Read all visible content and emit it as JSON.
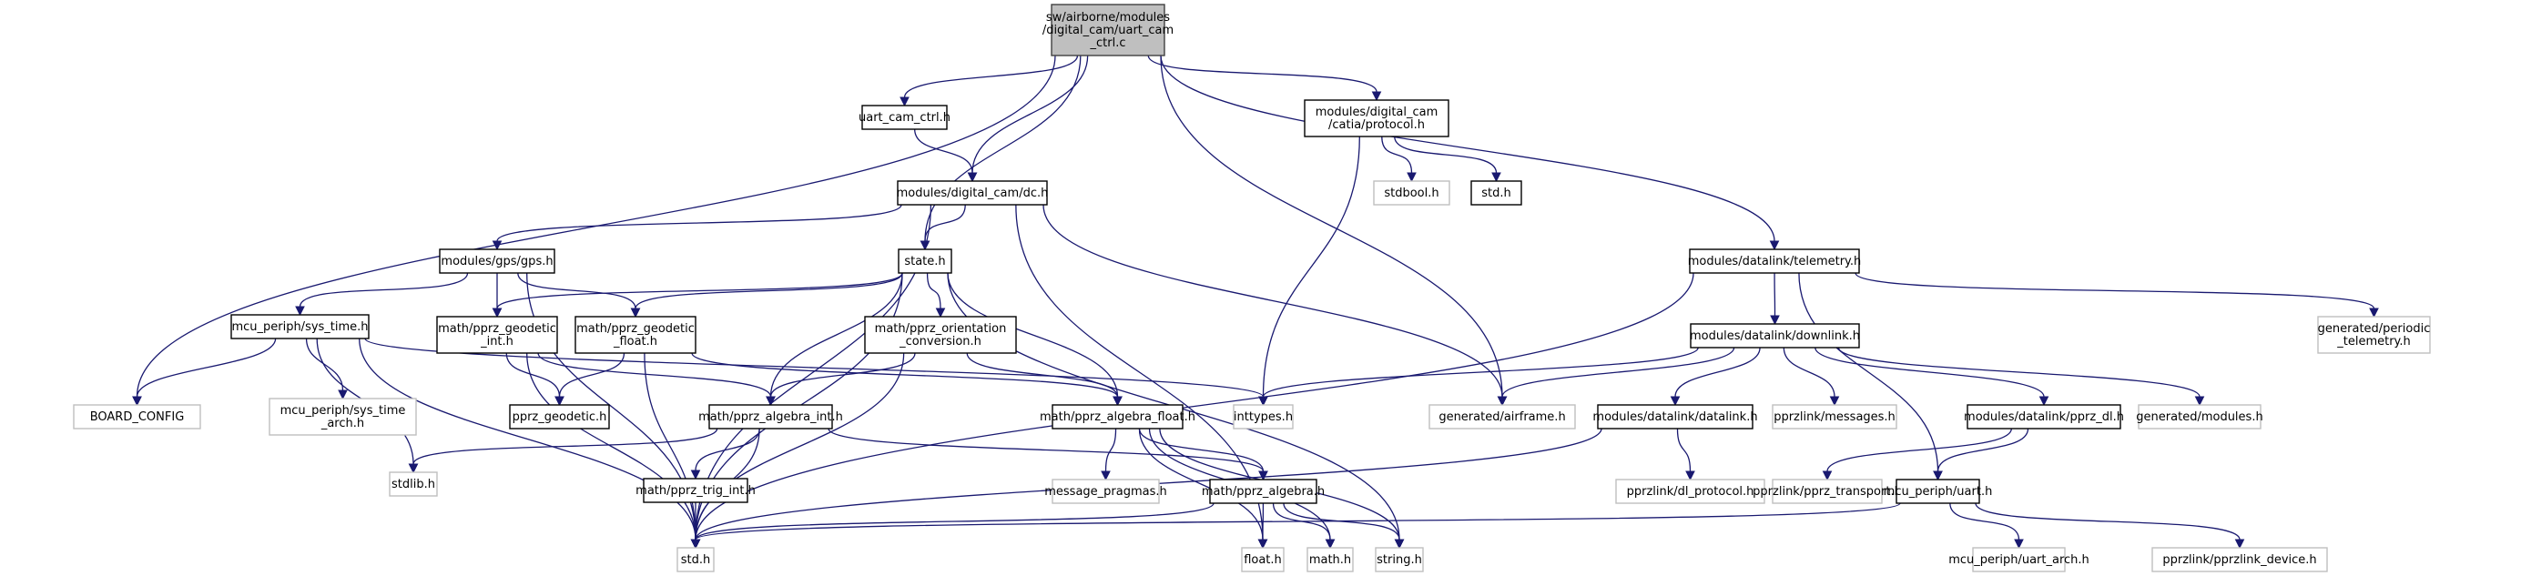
{
  "diagram": {
    "title": "Include dependency graph for uart_cam_ctrl.c",
    "colors": {
      "edge": "#191970",
      "main_fill": "#bfbfbf",
      "documented_border": "#000000",
      "external_border": "#bfbfbf"
    },
    "nodes": [
      {
        "id": "main",
        "kind": "main",
        "lines": [
          "sw/airborne/modules",
          "/digital_cam/uart_cam",
          "_ctrl.c"
        ]
      },
      {
        "id": "uart_cam_ctrl_h",
        "kind": "doc",
        "lines": [
          "uart_cam_ctrl.h"
        ]
      },
      {
        "id": "protocol_h",
        "kind": "doc",
        "lines": [
          "modules/digital_cam",
          "/catia/protocol.h"
        ]
      },
      {
        "id": "stdbool_h",
        "kind": "ext",
        "lines": [
          "stdbool.h"
        ]
      },
      {
        "id": "std_h_top",
        "kind": "doc",
        "lines": [
          "std.h"
        ]
      },
      {
        "id": "dc_h",
        "kind": "doc",
        "lines": [
          "modules/digital_cam/dc.h"
        ]
      },
      {
        "id": "state_h",
        "kind": "doc",
        "lines": [
          "state.h"
        ]
      },
      {
        "id": "gps_h",
        "kind": "doc",
        "lines": [
          "modules/gps/gps.h"
        ]
      },
      {
        "id": "telemetry_h",
        "kind": "doc",
        "lines": [
          "modules/datalink/telemetry.h"
        ]
      },
      {
        "id": "periodic_telemetry_h",
        "kind": "ext",
        "lines": [
          "generated/periodic",
          "_telemetry.h"
        ]
      },
      {
        "id": "sys_time_h",
        "kind": "doc",
        "lines": [
          "mcu_periph/sys_time.h"
        ]
      },
      {
        "id": "geodetic_int_h",
        "kind": "doc",
        "lines": [
          "math/pprz_geodetic",
          "_int.h"
        ]
      },
      {
        "id": "geodetic_float_h",
        "kind": "doc",
        "lines": [
          "math/pprz_geodetic",
          "_float.h"
        ]
      },
      {
        "id": "orientation_h",
        "kind": "doc",
        "lines": [
          "math/pprz_orientation",
          "_conversion.h"
        ]
      },
      {
        "id": "downlink_h",
        "kind": "doc",
        "lines": [
          "modules/datalink/downlink.h"
        ]
      },
      {
        "id": "board_config",
        "kind": "ext",
        "lines": [
          "BOARD_CONFIG"
        ]
      },
      {
        "id": "sys_time_arch_h",
        "kind": "ext",
        "lines": [
          "mcu_periph/sys_time",
          "_arch.h"
        ]
      },
      {
        "id": "pprz_geodetic_h",
        "kind": "doc",
        "lines": [
          "pprz_geodetic.h"
        ]
      },
      {
        "id": "algebra_int_h",
        "kind": "doc",
        "lines": [
          "math/pprz_algebra_int.h"
        ]
      },
      {
        "id": "algebra_float_h",
        "kind": "doc",
        "lines": [
          "math/pprz_algebra_float.h"
        ]
      },
      {
        "id": "inttypes_h",
        "kind": "ext",
        "lines": [
          "inttypes.h"
        ]
      },
      {
        "id": "airframe_h",
        "kind": "ext",
        "lines": [
          "generated/airframe.h"
        ]
      },
      {
        "id": "datalink_h",
        "kind": "doc",
        "lines": [
          "modules/datalink/datalink.h"
        ]
      },
      {
        "id": "messages_h",
        "kind": "ext",
        "lines": [
          "pprzlink/messages.h"
        ]
      },
      {
        "id": "pprz_dl_h",
        "kind": "doc",
        "lines": [
          "modules/datalink/pprz_dl.h"
        ]
      },
      {
        "id": "modules_h",
        "kind": "ext",
        "lines": [
          "generated/modules.h"
        ]
      },
      {
        "id": "stdlib_h",
        "kind": "ext",
        "lines": [
          "stdlib.h"
        ]
      },
      {
        "id": "trig_int_h",
        "kind": "doc",
        "lines": [
          "math/pprz_trig_int.h"
        ]
      },
      {
        "id": "message_pragmas_h",
        "kind": "ext",
        "lines": [
          "message_pragmas.h"
        ]
      },
      {
        "id": "algebra_h",
        "kind": "doc",
        "lines": [
          "math/pprz_algebra.h"
        ]
      },
      {
        "id": "dl_protocol_h",
        "kind": "ext",
        "lines": [
          "pprzlink/dl_protocol.h"
        ]
      },
      {
        "id": "pprz_transport_h",
        "kind": "ext",
        "lines": [
          "pprzlink/pprz_transport.h"
        ]
      },
      {
        "id": "uart_h",
        "kind": "doc",
        "lines": [
          "mcu_periph/uart.h"
        ]
      },
      {
        "id": "std_h",
        "kind": "ext",
        "lines": [
          "std.h"
        ]
      },
      {
        "id": "float_h",
        "kind": "ext",
        "lines": [
          "float.h"
        ]
      },
      {
        "id": "math_h",
        "kind": "ext",
        "lines": [
          "math.h"
        ]
      },
      {
        "id": "string_h",
        "kind": "ext",
        "lines": [
          "string.h"
        ]
      },
      {
        "id": "uart_arch_h",
        "kind": "ext",
        "lines": [
          "mcu_periph/uart_arch.h"
        ]
      },
      {
        "id": "pprzlink_device_h",
        "kind": "ext",
        "lines": [
          "pprzlink/pprzlink_device.h"
        ]
      }
    ],
    "edges": [
      [
        "main",
        "uart_cam_ctrl_h"
      ],
      [
        "main",
        "dc_h"
      ],
      [
        "main",
        "state_h"
      ],
      [
        "main",
        "protocol_h"
      ],
      [
        "main",
        "board_config"
      ],
      [
        "main",
        "airframe_h"
      ],
      [
        "main",
        "telemetry_h"
      ],
      [
        "uart_cam_ctrl_h",
        "dc_h"
      ],
      [
        "protocol_h",
        "stdbool_h"
      ],
      [
        "protocol_h",
        "std_h_top"
      ],
      [
        "protocol_h",
        "inttypes_h"
      ],
      [
        "dc_h",
        "state_h"
      ],
      [
        "dc_h",
        "gps_h"
      ],
      [
        "dc_h",
        "std_h"
      ],
      [
        "dc_h",
        "float_h"
      ],
      [
        "dc_h",
        "airframe_h"
      ],
      [
        "state_h",
        "geodetic_int_h"
      ],
      [
        "state_h",
        "geodetic_float_h"
      ],
      [
        "state_h",
        "orientation_h"
      ],
      [
        "state_h",
        "algebra_int_h"
      ],
      [
        "state_h",
        "algebra_float_h"
      ],
      [
        "state_h",
        "std_h"
      ],
      [
        "state_h",
        "string_h"
      ],
      [
        "gps_h",
        "sys_time_h"
      ],
      [
        "gps_h",
        "geodetic_int_h"
      ],
      [
        "gps_h",
        "geodetic_float_h"
      ],
      [
        "gps_h",
        "std_h"
      ],
      [
        "sys_time_h",
        "board_config"
      ],
      [
        "sys_time_h",
        "sys_time_arch_h"
      ],
      [
        "sys_time_h",
        "stdlib_h"
      ],
      [
        "sys_time_h",
        "std_h"
      ],
      [
        "sys_time_h",
        "inttypes_h"
      ],
      [
        "geodetic_int_h",
        "pprz_geodetic_h"
      ],
      [
        "geodetic_int_h",
        "algebra_int_h"
      ],
      [
        "geodetic_int_h",
        "std_h"
      ],
      [
        "geodetic_float_h",
        "pprz_geodetic_h"
      ],
      [
        "geodetic_float_h",
        "algebra_float_h"
      ],
      [
        "geodetic_float_h",
        "std_h"
      ],
      [
        "orientation_h",
        "algebra_int_h"
      ],
      [
        "orientation_h",
        "algebra_float_h"
      ],
      [
        "orientation_h",
        "std_h"
      ],
      [
        "algebra_int_h",
        "stdlib_h"
      ],
      [
        "algebra_int_h",
        "trig_int_h"
      ],
      [
        "algebra_int_h",
        "std_h"
      ],
      [
        "algebra_int_h",
        "algebra_h"
      ],
      [
        "trig_int_h",
        "std_h"
      ],
      [
        "algebra_float_h",
        "message_pragmas_h"
      ],
      [
        "algebra_float_h",
        "algebra_h"
      ],
      [
        "algebra_float_h",
        "float_h"
      ],
      [
        "algebra_float_h",
        "math_h"
      ],
      [
        "algebra_float_h",
        "string_h"
      ],
      [
        "algebra_h",
        "float_h"
      ],
      [
        "algebra_h",
        "math_h"
      ],
      [
        "algebra_h",
        "string_h"
      ],
      [
        "algebra_h",
        "std_h"
      ],
      [
        "telemetry_h",
        "downlink_h"
      ],
      [
        "telemetry_h",
        "periodic_telemetry_h"
      ],
      [
        "telemetry_h",
        "std_h"
      ],
      [
        "telemetry_h",
        "uart_h"
      ],
      [
        "downlink_h",
        "inttypes_h"
      ],
      [
        "downlink_h",
        "airframe_h"
      ],
      [
        "downlink_h",
        "datalink_h"
      ],
      [
        "downlink_h",
        "messages_h"
      ],
      [
        "downlink_h",
        "pprz_dl_h"
      ],
      [
        "downlink_h",
        "modules_h"
      ],
      [
        "datalink_h",
        "dl_protocol_h"
      ],
      [
        "datalink_h",
        "std_h"
      ],
      [
        "pprz_dl_h",
        "pprz_transport_h"
      ],
      [
        "pprz_dl_h",
        "uart_h"
      ],
      [
        "uart_h",
        "uart_arch_h"
      ],
      [
        "uart_h",
        "pprzlink_device_h"
      ],
      [
        "uart_h",
        "std_h"
      ]
    ]
  }
}
